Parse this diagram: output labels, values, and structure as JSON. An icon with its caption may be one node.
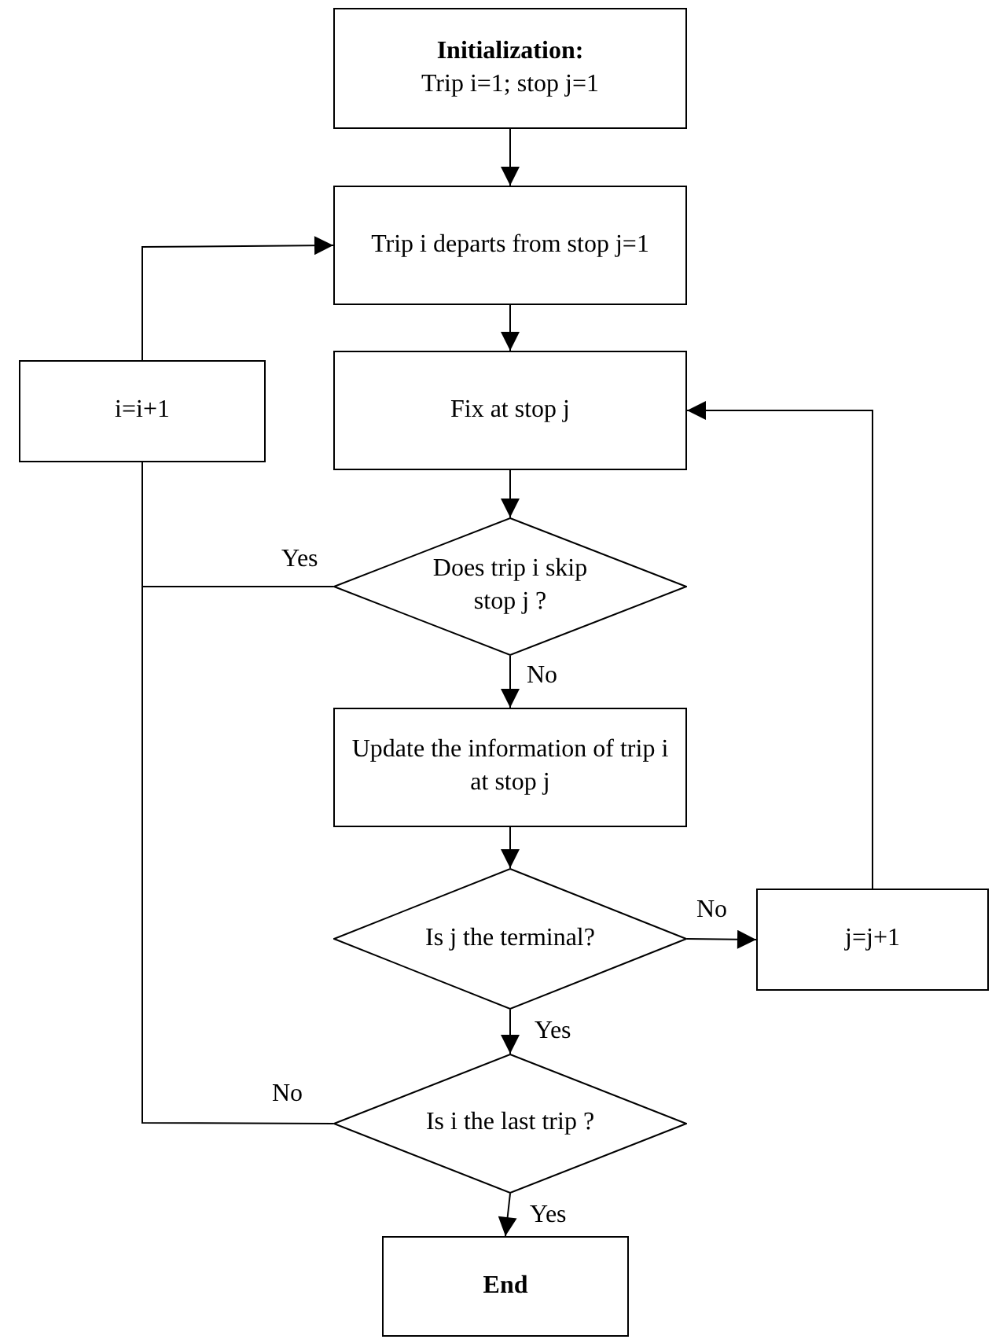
{
  "diagram": {
    "nodes": [
      {
        "text": [
          "Initialization:",
          "Trip i=1; stop j=1"
        ]
      },
      {
        "text": [
          "Trip i departs from stop j=1"
        ]
      },
      {
        "text": [
          "i=i+1"
        ]
      },
      {
        "text": [
          "Fix at stop j"
        ]
      },
      {
        "text": [
          "Does trip i skip stop j ?"
        ]
      },
      {
        "text": [
          "Update the information of trip i at stop j"
        ]
      },
      {
        "text": [
          "Is j the terminal?"
        ]
      },
      {
        "text": [
          "j=j+1"
        ]
      },
      {
        "text": [
          "Is i the last trip ?"
        ]
      },
      {
        "text": [
          "End"
        ]
      }
    ],
    "edges": [
      {
        "from": 0,
        "to": 1,
        "arrow": "to"
      },
      {
        "from": 1,
        "to": 3,
        "arrow": "to"
      },
      {
        "from": 3,
        "to": 4,
        "arrow": "to"
      },
      {
        "from": 4,
        "to": 2,
        "arrow": "none",
        "label": "Yes"
      },
      {
        "from": 8,
        "to": 2,
        "arrow": "none",
        "label": "No"
      },
      {
        "from": 2,
        "to": 1,
        "arrow": "to"
      },
      {
        "from": 4,
        "to": 5,
        "arrow": "to",
        "label": "No"
      },
      {
        "from": 5,
        "to": 6,
        "arrow": "to"
      },
      {
        "from": 6,
        "to": 7,
        "arrow": "to",
        "label": "No"
      },
      {
        "from": 7,
        "to": 3,
        "arrow": "to"
      },
      {
        "from": 6,
        "to": 8,
        "arrow": "to",
        "label": "Yes"
      },
      {
        "from": 8,
        "to": 9,
        "arrow": "to",
        "label": "Yes"
      }
    ]
  }
}
